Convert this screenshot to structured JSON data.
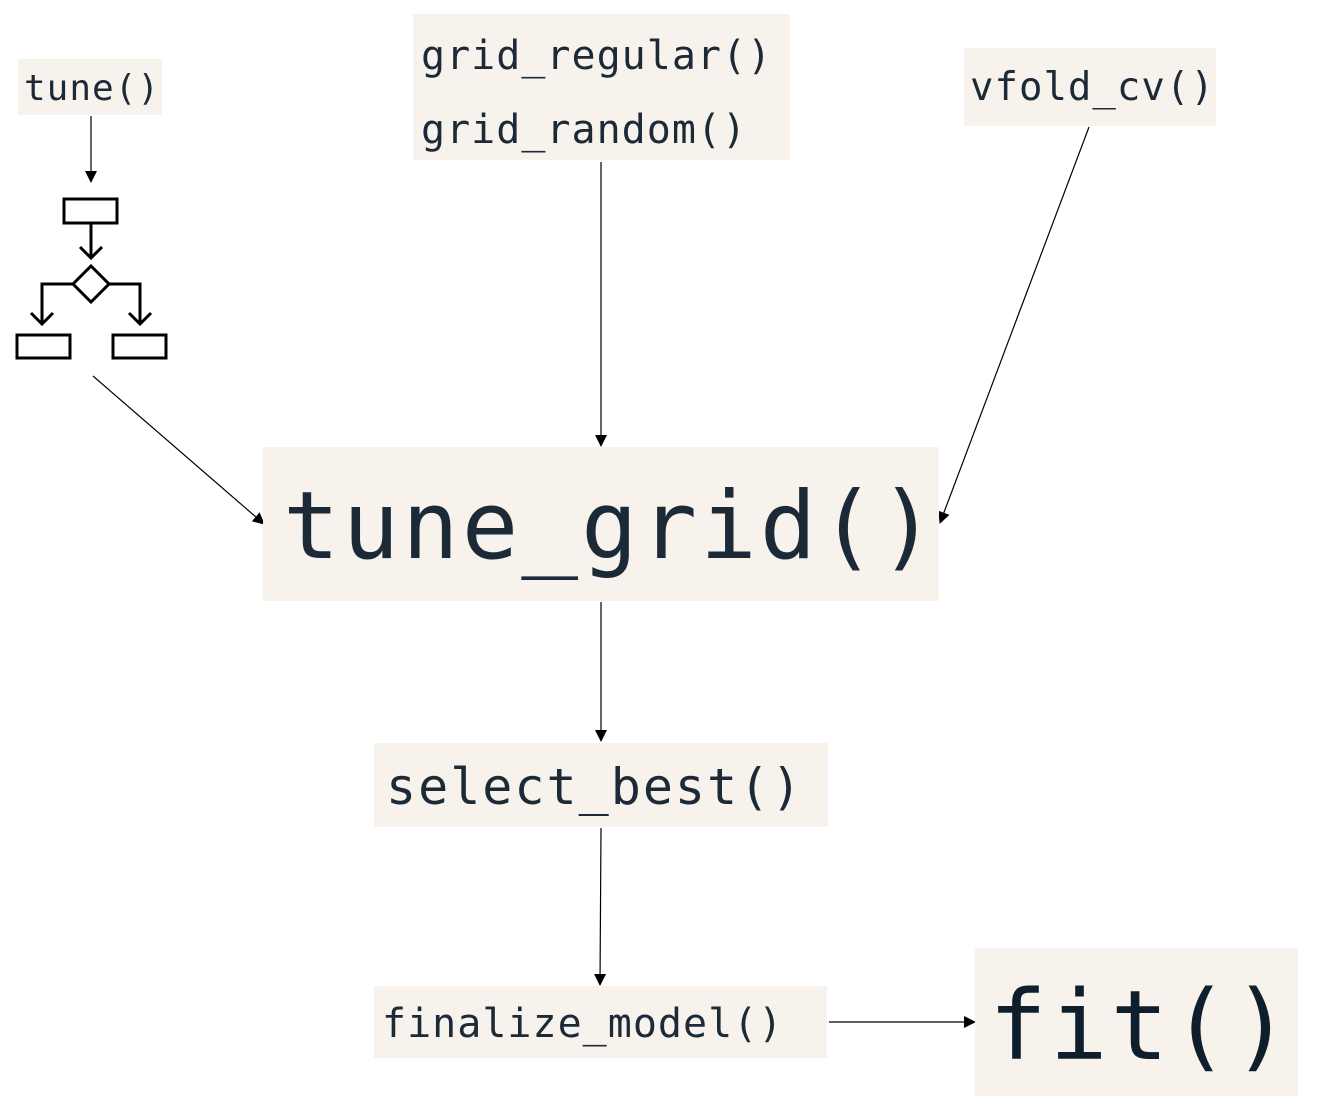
{
  "colors": {
    "box_fill": "#f7f3ec",
    "box_text": "#1c2a38",
    "arrow": "#000000",
    "page_bg": "#ffffff"
  },
  "nodes": {
    "tune": "tune()",
    "grid_regular": "grid_regular()",
    "grid_random": "grid_random()",
    "vfold_cv": "vfold_cv()",
    "tune_grid": "tune_grid()",
    "select_best": "select_best()",
    "finalize_model": "finalize_model()",
    "fit": "fit()"
  },
  "icons": {
    "workflow": "flowchart-icon"
  }
}
